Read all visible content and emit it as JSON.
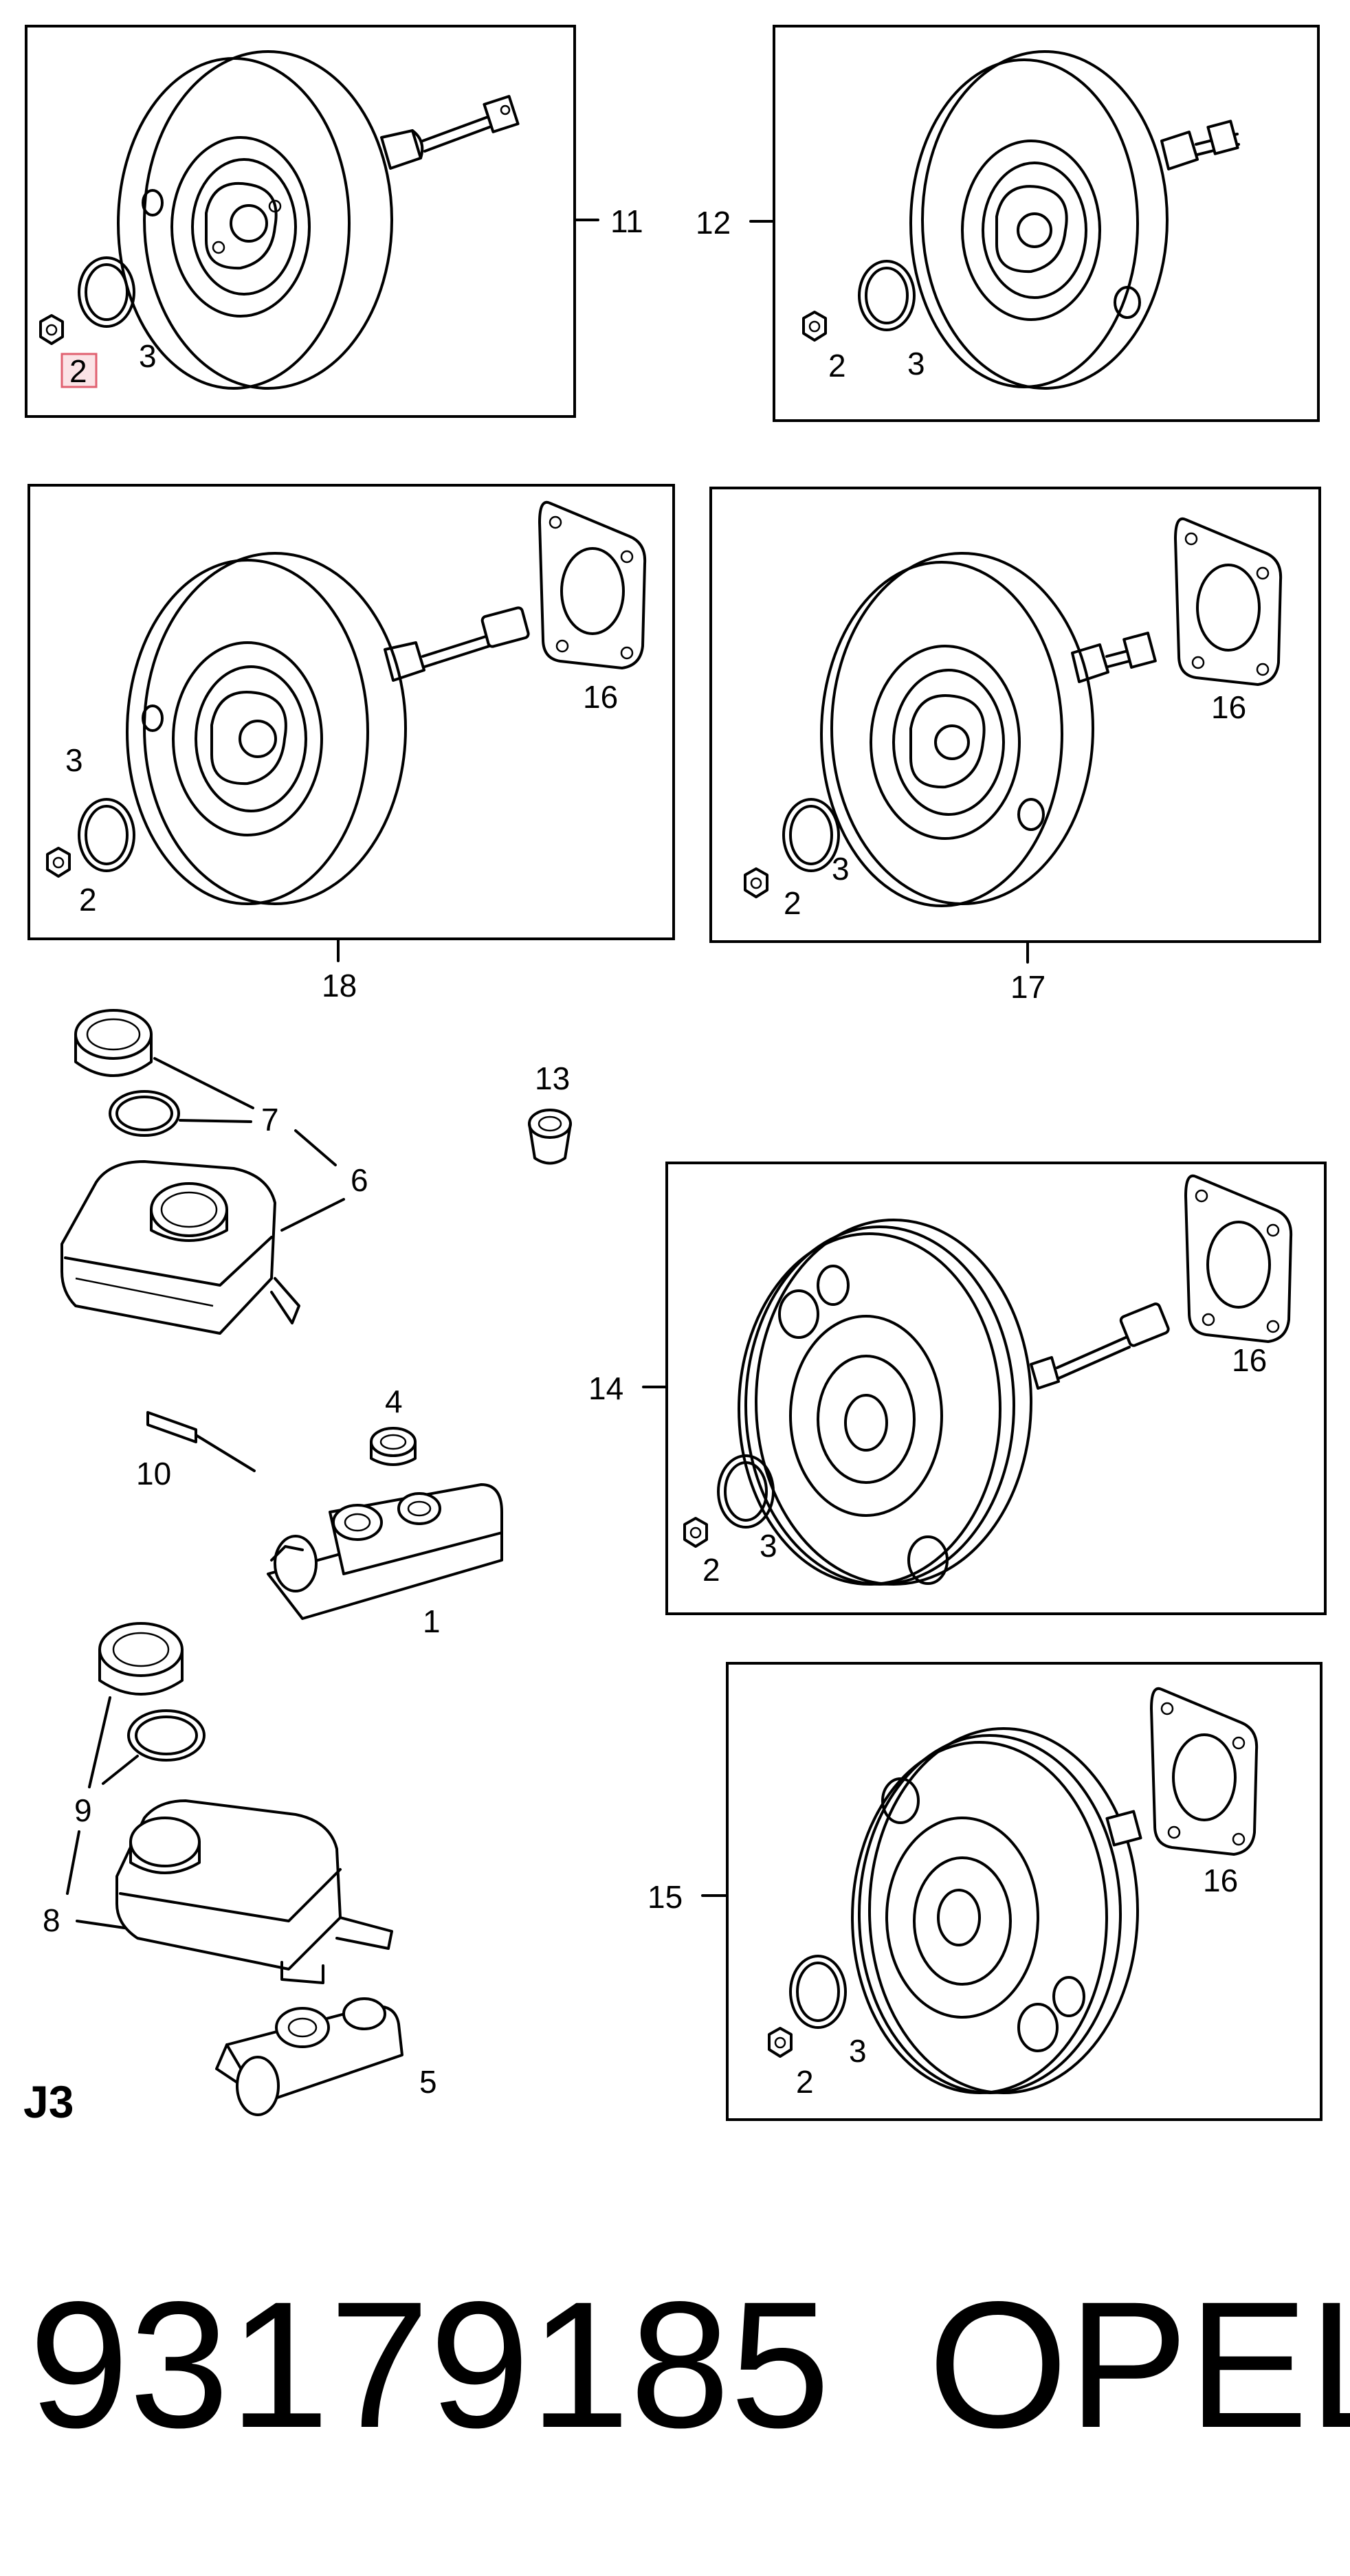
{
  "diagram": {
    "section_label": "J3",
    "callouts": {
      "p1": "1",
      "p2": "2",
      "p3": "3",
      "p4": "4",
      "p5": "5",
      "p6": "6",
      "p7": "7",
      "p8": "8",
      "p9": "9",
      "p10": "10",
      "p11": "11",
      "p12": "12",
      "p13": "13",
      "p14": "14",
      "p15": "15",
      "p16": "16",
      "p17": "17",
      "p18": "18"
    }
  },
  "part_number": "93179185",
  "brand": "OPEL"
}
